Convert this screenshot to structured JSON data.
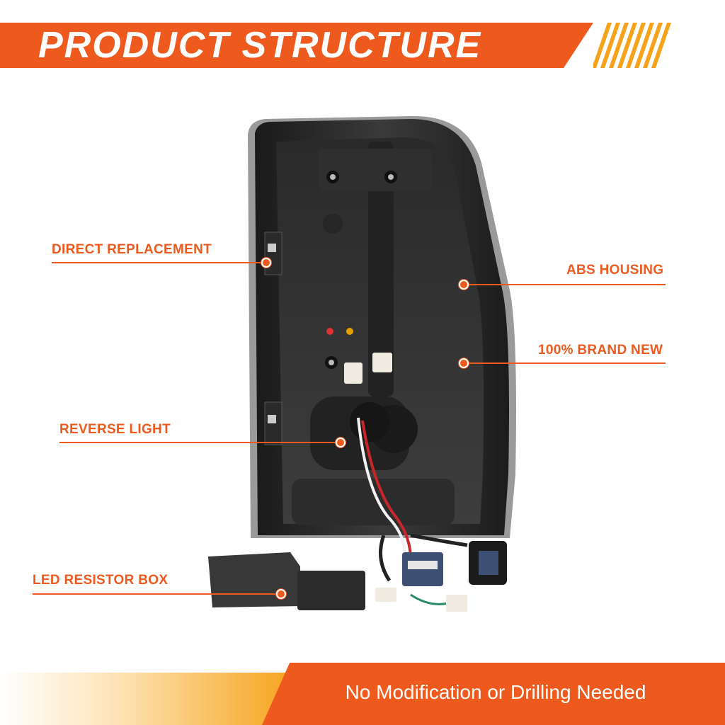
{
  "header": {
    "title": "PRODUCT STRUCTURE"
  },
  "callouts": {
    "direct_replacement": "DIRECT REPLACEMENT",
    "abs_housing": "ABS HOUSING",
    "brand_new": "100% BRAND NEW",
    "reverse_light": "REVERSE LIGHT",
    "resistor_box": "LED RESISTOR BOX"
  },
  "footer": {
    "text": "No Modification or Drilling Needed"
  },
  "colors": {
    "accent": "#ee5a1e",
    "highlight": "#f6a21a",
    "housing": "#2b2b2b"
  },
  "icons": [
    "tail-light-housing-image",
    "connector-plug-icon",
    "resistor-box-icon"
  ]
}
